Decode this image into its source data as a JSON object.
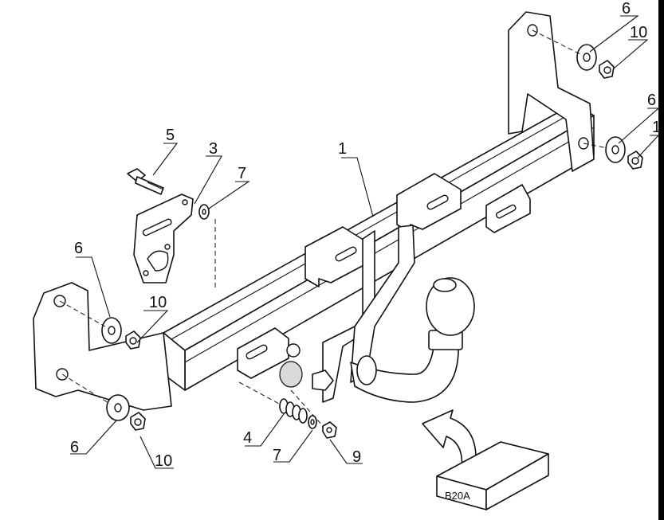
{
  "callouts": {
    "tow_bar": "1",
    "socket_plate": "3",
    "spring": "4",
    "bolt": "5",
    "washer_6_top": "6",
    "washer_6_right": "6",
    "washer_6_left_upper": "6",
    "washer_6_left_lower": "6",
    "washer_7_plate": "7",
    "washer_7_bottom": "7",
    "nut_9": "9",
    "nut_10_top": "10",
    "nut_10_right": "1",
    "nut_10_left_upper": "10",
    "nut_10_left_lower": "10"
  },
  "install_box_label": "B20A",
  "colors": {
    "stroke": "#111111",
    "background": "#ffffff",
    "side_bar": "#000000"
  }
}
